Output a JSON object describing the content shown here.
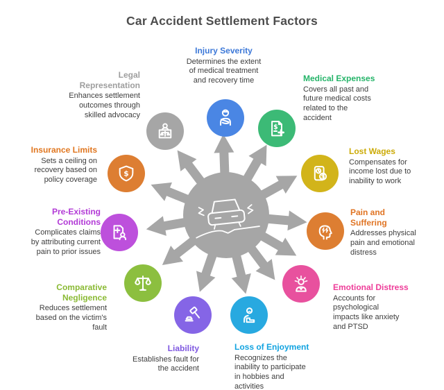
{
  "title": "Car Accident Settlement Factors",
  "center": {
    "icon": "car-crash-icon",
    "hub_color": "#a6a6a6"
  },
  "factors": [
    {
      "id": "injury-severity",
      "label": "Injury Severity",
      "description": "Determines the extent\nof medical treatment\nand recovery time",
      "color": "#4a86e4",
      "label_color": "#3c78d8",
      "icon": "injured-person-icon"
    },
    {
      "id": "medical-expenses",
      "label": "Medical Expenses",
      "description": "Covers all past and\nfuture medical costs\nrelated to the\naccident",
      "color": "#3cba76",
      "label_color": "#25b469",
      "icon": "medical-bill-icon"
    },
    {
      "id": "lost-wages",
      "label": "Lost Wages",
      "description": "Compensates for\nincome lost due to\ninability to work",
      "color": "#d2b41a",
      "label_color": "#ccab08",
      "icon": "wage-document-icon"
    },
    {
      "id": "pain-and-suffering",
      "label": "Pain and\nSuffering",
      "description": "Addresses physical\npain and emotional\ndistress",
      "color": "#dd7e32",
      "label_color": "#e07423",
      "icon": "head-pain-icon"
    },
    {
      "id": "emotional-distress",
      "label": "Emotional Distress",
      "description": "Accounts for\npsychological\nimpacts like anxiety\nand PTSD",
      "color": "#e8519e",
      "label_color": "#ee3d99",
      "icon": "distressed-person-icon"
    },
    {
      "id": "loss-of-enjoyment",
      "label": "Loss of Enjoyment",
      "description": "Recognizes the\ninability to participate\nin hobbies and\nactivities",
      "color": "#28a9e0",
      "label_color": "#12a3e0",
      "icon": "person-couch-icon"
    },
    {
      "id": "liability",
      "label": "Liability",
      "description": "Establishes fault for\nthe accident",
      "color": "#8565e6",
      "label_color": "#7e57e0",
      "icon": "gavel-icon"
    },
    {
      "id": "comparative-negligence",
      "label": "Comparative\nNegligence",
      "description": "Reduces settlement\nbased on the victim's\nfault",
      "color": "#8cbf3f",
      "label_color": "#8aba34",
      "icon": "balance-scale-icon"
    },
    {
      "id": "pre-existing-conditions",
      "label": "Pre-Existing\nConditions",
      "description": "Complicates claims\nby attributing current\npain to prior issues",
      "color": "#bd50dc",
      "label_color": "#b23ad6",
      "icon": "medical-record-person-icon"
    },
    {
      "id": "insurance-limits",
      "label": "Insurance Limits",
      "description": "Sets a ceiling on\nrecovery based on\npolicy coverage",
      "color": "#dd7e32",
      "label_color": "#e0761f",
      "icon": "shield-dollar-icon"
    },
    {
      "id": "legal-representation",
      "label": "Legal\nRepresentation",
      "description": "Enhances settlement\noutcomes through\nskilled advocacy",
      "color": "#a6a6a6",
      "label_color": "#9e9e9e",
      "icon": "lawyer-scales-icon"
    }
  ]
}
